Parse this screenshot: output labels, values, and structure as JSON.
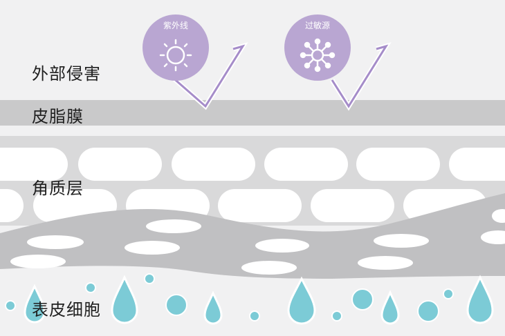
{
  "layers": {
    "external": "外部侵害",
    "sebum": "皮脂膜",
    "stratum": "角质层",
    "epidermis": "表皮细胞"
  },
  "threats": {
    "uv": {
      "label": "紫外线",
      "icon": "sun-icon"
    },
    "allergen": {
      "label": "过敏源",
      "icon": "virus-icon"
    }
  },
  "colors": {
    "background": "#f1f1f2",
    "sebum_band": "#c9c9ca",
    "stratum_band": "#d9d9da",
    "cell": "#ffffff",
    "wave": "#c0c0c2",
    "badge": "#b9a6d2",
    "check": "#a58cc9",
    "droplet": "#7ccbd6"
  }
}
